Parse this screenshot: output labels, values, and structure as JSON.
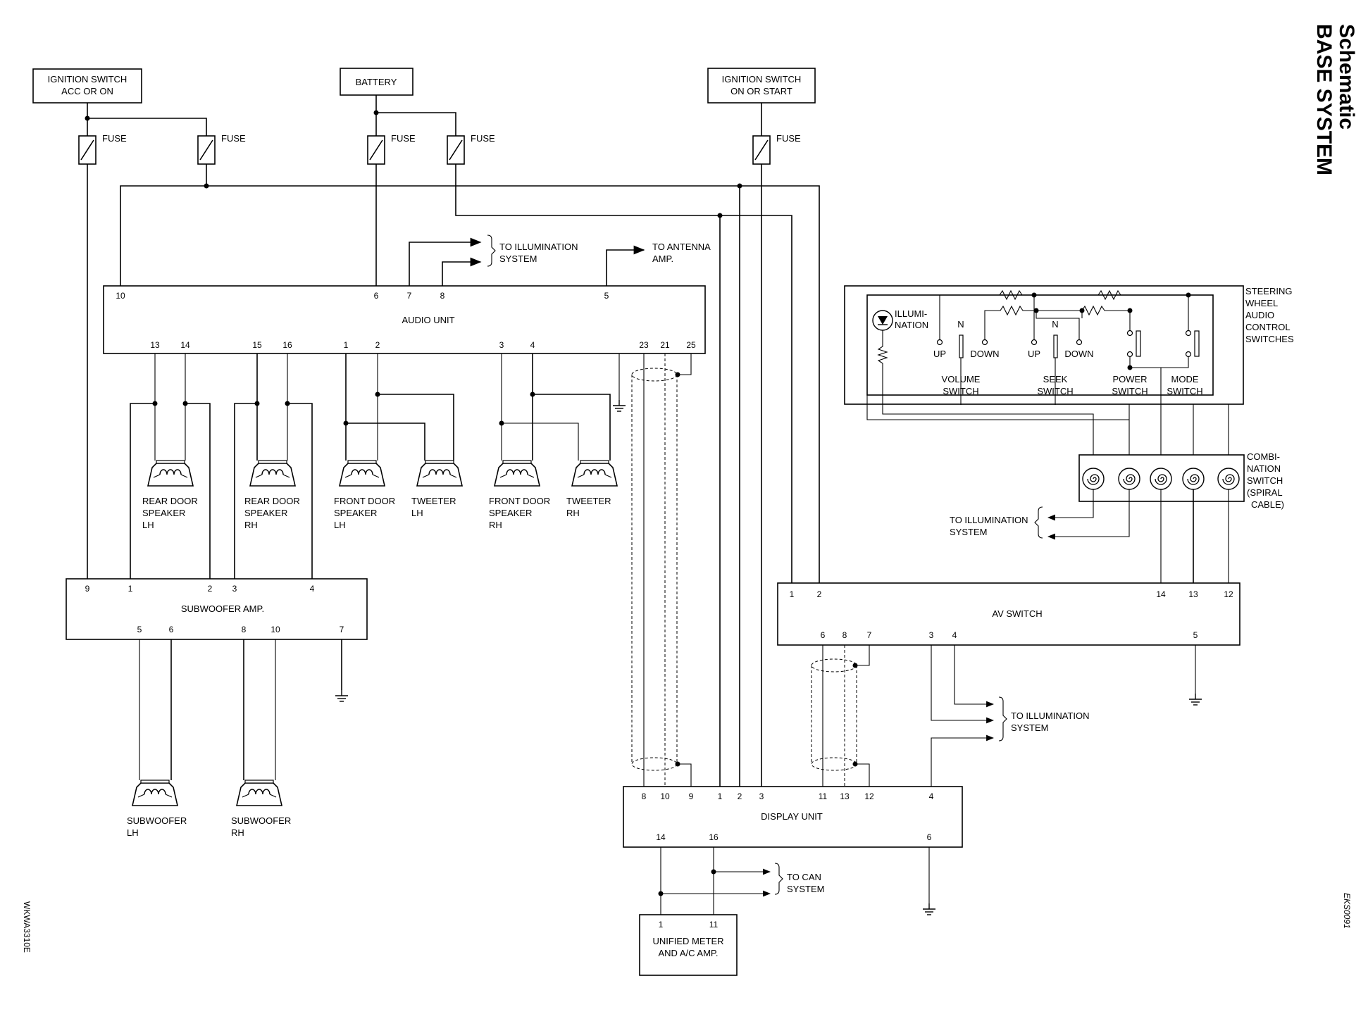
{
  "header": {
    "title": "Schematic",
    "subtitle": "BASE SYSTEM"
  },
  "codes": {
    "left": "WKWA3310E",
    "right": "EKS0091"
  },
  "sources": {
    "ign_acc": [
      "IGNITION SWITCH",
      "ACC OR ON"
    ],
    "battery": "BATTERY",
    "ign_start": [
      "IGNITION SWITCH",
      "ON OR START"
    ],
    "fuse": "FUSE"
  },
  "audio_unit": {
    "title": "AUDIO UNIT",
    "top_pins": [
      "10",
      "6",
      "7",
      "8",
      "5"
    ],
    "bottom_pins": [
      "13",
      "14",
      "15",
      "16",
      "1",
      "2",
      "3",
      "4",
      "23",
      "21",
      "25"
    ]
  },
  "notes": {
    "illum": [
      "TO ILLUMINATION",
      "SYSTEM"
    ],
    "antenna": [
      "TO ANTENNA",
      "AMP."
    ],
    "can": [
      "TO CAN",
      "SYSTEM"
    ]
  },
  "speakers": {
    "rear_lh": [
      "REAR DOOR",
      "SPEAKER",
      "LH"
    ],
    "rear_rh": [
      "REAR DOOR",
      "SPEAKER",
      "RH"
    ],
    "front_lh": [
      "FRONT DOOR",
      "SPEAKER",
      "LH"
    ],
    "tweeter_lh": [
      "TWEETER",
      "LH"
    ],
    "front_rh": [
      "FRONT DOOR",
      "SPEAKER",
      "RH"
    ],
    "tweeter_rh": [
      "TWEETER",
      "RH"
    ],
    "sub_lh": [
      "SUBWOOFER",
      "LH"
    ],
    "sub_rh": [
      "SUBWOOFER",
      "RH"
    ]
  },
  "subwoofer_amp": {
    "title": "SUBWOOFER AMP.",
    "top_pins": [
      "9",
      "1",
      "2",
      "3",
      "4"
    ],
    "bottom_pins": [
      "5",
      "6",
      "8",
      "10",
      "7"
    ]
  },
  "steering": {
    "title": [
      "STEERING",
      "WHEEL",
      "AUDIO",
      "CONTROL",
      "SWITCHES"
    ],
    "illum": [
      "ILLUMI-",
      "NATION"
    ],
    "up": "UP",
    "down": "DOWN",
    "n": "N",
    "volume": [
      "VOLUME",
      "SWITCH"
    ],
    "seek": [
      "SEEK",
      "SWITCH"
    ],
    "power": [
      "POWER",
      "SWITCH"
    ],
    "mode": [
      "MODE",
      "SWITCH"
    ]
  },
  "combination": {
    "title": [
      "COMBI-",
      "NATION",
      "SWITCH",
      "(SPIRAL",
      "CABLE)"
    ]
  },
  "av_switch": {
    "title": "AV SWITCH",
    "top_pins": [
      "1",
      "2",
      "14",
      "13",
      "12"
    ],
    "bottom_pins": [
      "6",
      "8",
      "7",
      "3",
      "4",
      "5"
    ]
  },
  "display_unit": {
    "title": "DISPLAY UNIT",
    "top_pins": [
      "8",
      "10",
      "9",
      "1",
      "2",
      "3",
      "11",
      "13",
      "12",
      "4"
    ],
    "bottom_pins": [
      "14",
      "16",
      "6"
    ]
  },
  "unified_meter": {
    "title": [
      "UNIFIED METER",
      "AND A/C AMP."
    ],
    "pins": [
      "1",
      "11"
    ]
  }
}
